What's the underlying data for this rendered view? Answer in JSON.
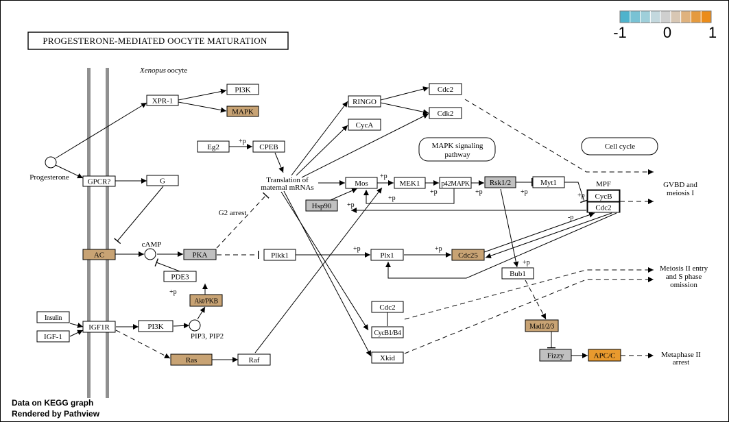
{
  "title": "PROGESTERONE-MEDIATED  OOCYTE  MATURATION",
  "subtitle_italic": "Xenopus",
  "subtitle_rest": "oocyte",
  "legend": {
    "min_label": "-1",
    "mid_label": "0",
    "max_label": "1",
    "colors": [
      "#4fb3cc",
      "#79c2d4",
      "#9fcfda",
      "#c3d8de",
      "#cfcfcf",
      "#d8c7b4",
      "#dfb27e",
      "#e49a3f",
      "#eb8c1a"
    ]
  },
  "footer": {
    "line1": "Data on KEGG graph",
    "line2": "Rendered by Pathview"
  },
  "colors": {
    "tan": "#c8a374",
    "orange": "#e89a2e",
    "gray": "#c0c0c0",
    "white": "#ffffff"
  },
  "nodes": {
    "pi3k_top": "PI3K",
    "mapk": "MAPK",
    "xpr1": "XPR-1",
    "gpcr": "GPCR?",
    "g": "G",
    "ac": "AC",
    "pka": "PKA",
    "pde3": "PDE3",
    "aktpkb": "Akt/PKB",
    "insulin": "Insulin",
    "igf1": "IGF-1",
    "igf1r": "IGF1R",
    "pi3k_bottom": "PI3K",
    "ras": "Ras",
    "raf": "Raf",
    "eg2": "Eg2",
    "cpeb": "CPEB",
    "ringo": "RINGO",
    "cyca": "CycA",
    "cdc2_top": "Cdc2",
    "cdk2": "Cdk2",
    "mos": "Mos",
    "mek1": "MEK1",
    "p42mapk": "p42MAPK",
    "rsk": "Rsk1/2",
    "myt1": "Myt1",
    "hsp90": "Hsp90",
    "cycb": "CycB",
    "cdc2_mpf": "Cdc2",
    "plkk1": "Plkk1",
    "plx1": "Plx1",
    "cdc25": "Cdc25",
    "bub1": "Bub1",
    "cdc2_mid": "Cdc2",
    "cycb14": "CycB1/B4",
    "xkid": "Xkid",
    "mad": "Mad1/2/3",
    "fizzy": "Fizzy",
    "apcc": "APC/C"
  },
  "labels": {
    "progesterone": "Progesterone",
    "camp": "cAMP",
    "pip": "PIP3, PIP2",
    "translation_l1": "Translation of",
    "translation_l2": "maternal mRNAs",
    "g2arrest": "G2 arrest",
    "mpf": "MPF",
    "mapk_pathway_l1": "MAPK signaling",
    "mapk_pathway_l2": "pathway",
    "cellcycle": "Cell cycle",
    "gvbd_l1": "GVBD and",
    "gvbd_l2": "meiosis I",
    "meiosis2_l1": "Meiosis II entry",
    "meiosis2_l2": "and S phase",
    "meiosis2_l3": "omission",
    "metaphase_l1": "Metaphase II",
    "metaphase_l2": "arrest",
    "plus_p": "+p",
    "minus_p": "-p"
  }
}
